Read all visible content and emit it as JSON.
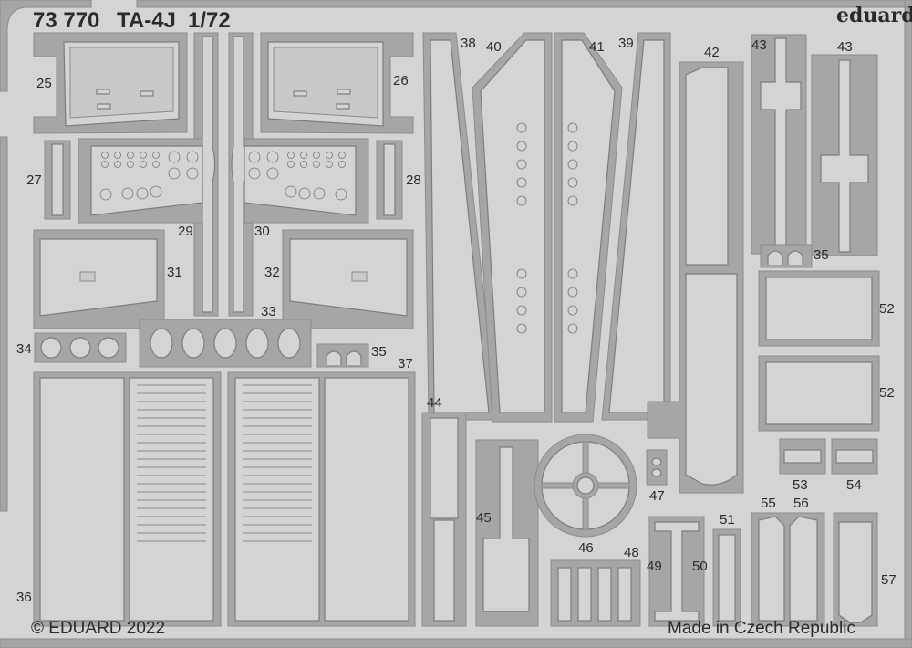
{
  "header": {
    "code": "73 770",
    "model": "TA-4J",
    "scale": "1/72",
    "brand": "eduard"
  },
  "footer": {
    "copyright": "© EDUARD 2022",
    "origin": "Made in Czech Republic"
  },
  "part_numbers": {
    "p25": "25",
    "p26": "26",
    "p27": "27",
    "p28": "28",
    "p29": "29",
    "p30": "30",
    "p31": "31",
    "p32": "32",
    "p33": "33",
    "p34": "34",
    "p35a": "35",
    "p35b": "35",
    "p36": "36",
    "p37": "37",
    "p38": "38",
    "p39": "39",
    "p40": "40",
    "p41": "41",
    "p42": "42",
    "p43a": "43",
    "p43b": "43",
    "p44": "44",
    "p45": "45",
    "p46": "46",
    "p47": "47",
    "p48": "48",
    "p49": "49",
    "p50": "50",
    "p51": "51",
    "p52a": "52",
    "p52b": "52",
    "p53": "53",
    "p54": "54",
    "p55": "55",
    "p56": "56",
    "p57": "57"
  },
  "colors": {
    "background": "#d4d4d4",
    "frame": "#a6a6a6",
    "outline": "#7d7d7d",
    "text": "#2b2b2b"
  }
}
